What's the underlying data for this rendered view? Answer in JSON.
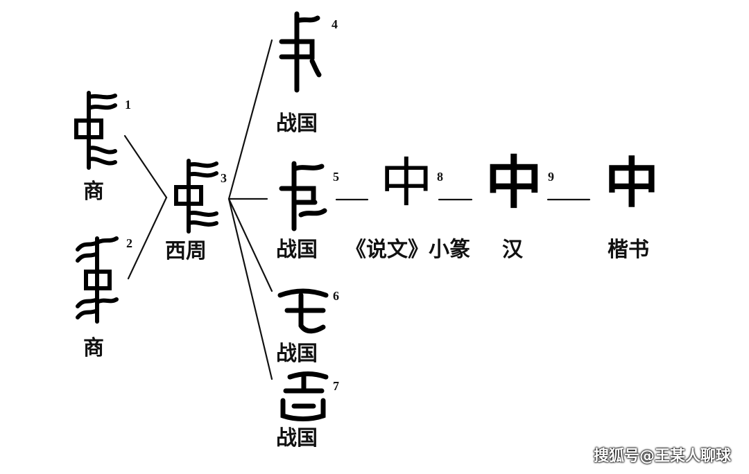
{
  "diagram": {
    "nodes": [
      {
        "id": "1",
        "number": "1",
        "label": "商",
        "form": "oracle-flag-1"
      },
      {
        "id": "2",
        "number": "2",
        "label": "商",
        "form": "oracle-flag-2"
      },
      {
        "id": "3",
        "number": "3",
        "label": "西周",
        "form": "bronze-flag"
      },
      {
        "id": "4",
        "number": "4",
        "label": "战国",
        "form": "warring-a"
      },
      {
        "id": "5",
        "number": "5",
        "label": "战国",
        "form": "warring-b"
      },
      {
        "id": "6",
        "number": "6",
        "label": "战国",
        "form": "warring-c"
      },
      {
        "id": "7",
        "number": "7",
        "label": "战国",
        "form": "warring-d"
      },
      {
        "id": "8",
        "number": "8",
        "label": "《说文》小篆",
        "form": "seal",
        "char": "中"
      },
      {
        "id": "9",
        "number": "9",
        "label": "汉",
        "form": "clerical",
        "char": "中"
      },
      {
        "id": "10",
        "number": "",
        "label": "楷书",
        "form": "regular",
        "char": "中"
      }
    ],
    "edges": [
      {
        "from": "1",
        "to": "3"
      },
      {
        "from": "2",
        "to": "3"
      },
      {
        "from": "3",
        "to": "4"
      },
      {
        "from": "3",
        "to": "5"
      },
      {
        "from": "3",
        "to": "6"
      },
      {
        "from": "3",
        "to": "7"
      },
      {
        "from": "5",
        "to": "8"
      },
      {
        "from": "8",
        "to": "9"
      },
      {
        "from": "9",
        "to": "10"
      }
    ]
  },
  "watermark": "搜狐号@王某人聊球"
}
